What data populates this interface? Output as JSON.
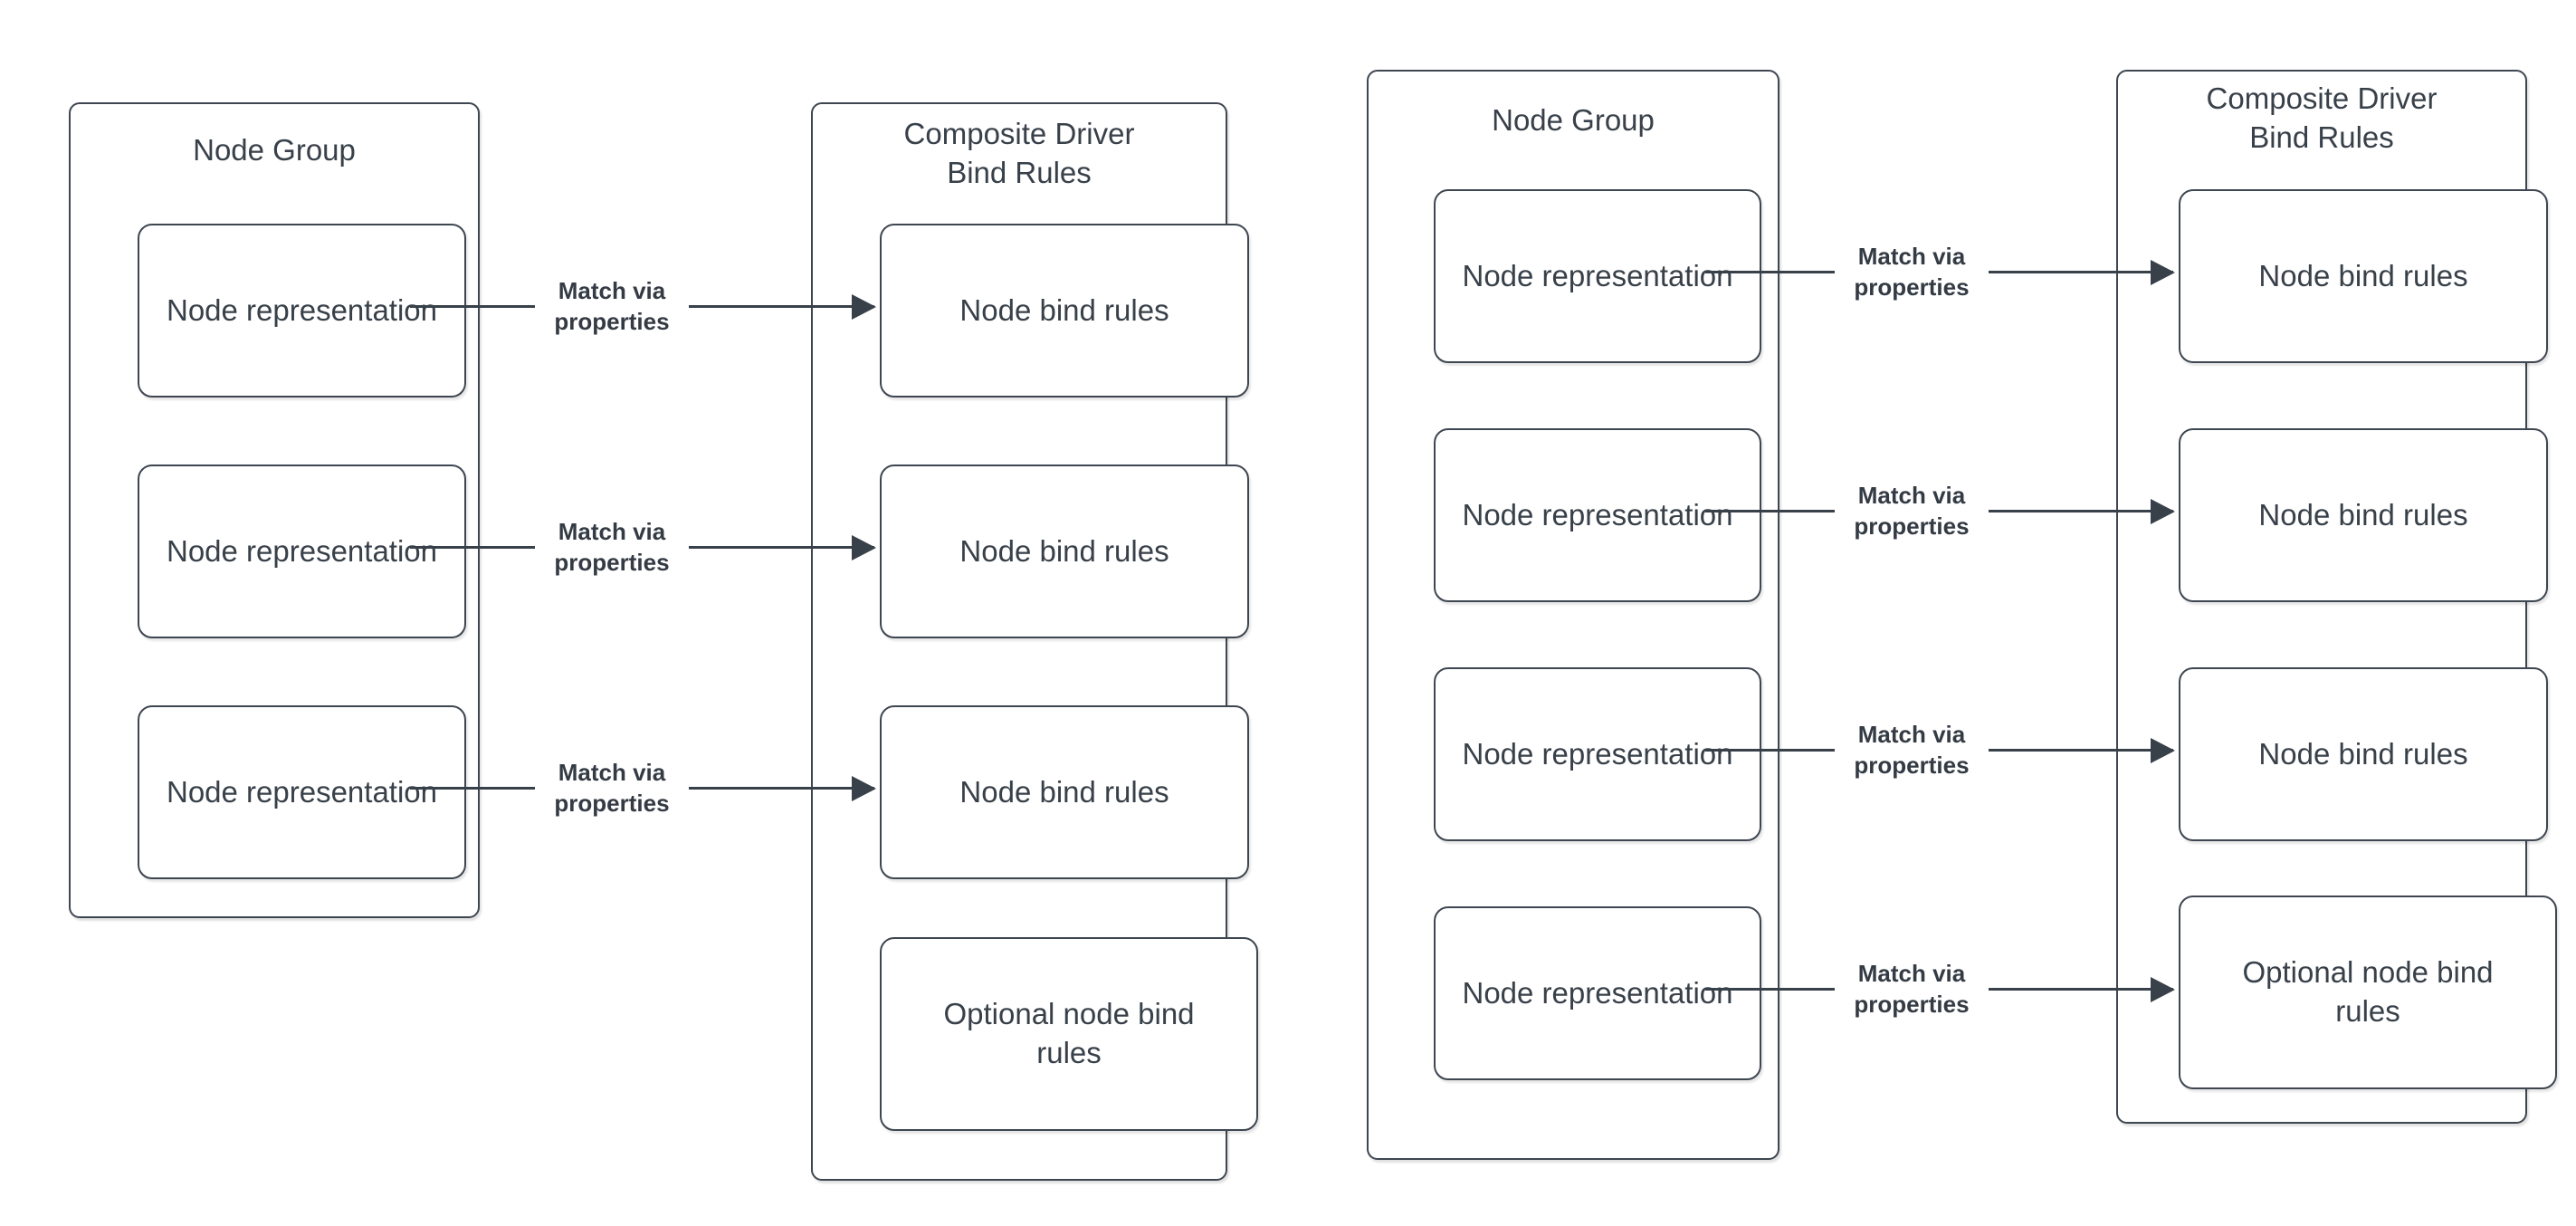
{
  "colors": {
    "stroke": "#3e4651",
    "text": "#384049",
    "label_text": "#343b44",
    "background": "#ffffff"
  },
  "diagrams": [
    {
      "node_group": {
        "title": "Node Group",
        "nodes": [
          "Node representation",
          "Node representation",
          "Node representation"
        ]
      },
      "bind_rules": {
        "title": "Composite Driver Bind Rules",
        "nodes": [
          "Node bind rules",
          "Node bind rules",
          "Node bind rules",
          "Optional node bind rules"
        ]
      },
      "connections": [
        {
          "label": "Match via properties"
        },
        {
          "label": "Match via properties"
        },
        {
          "label": "Match via properties"
        }
      ]
    },
    {
      "node_group": {
        "title": "Node Group",
        "nodes": [
          "Node representation",
          "Node representation",
          "Node representation",
          "Node representation"
        ]
      },
      "bind_rules": {
        "title": "Composite Driver Bind Rules",
        "nodes": [
          "Node bind rules",
          "Node bind rules",
          "Node bind rules",
          "Optional node bind rules"
        ]
      },
      "connections": [
        {
          "label": "Match via properties"
        },
        {
          "label": "Match via properties"
        },
        {
          "label": "Match via properties"
        },
        {
          "label": "Match via properties"
        }
      ]
    }
  ]
}
